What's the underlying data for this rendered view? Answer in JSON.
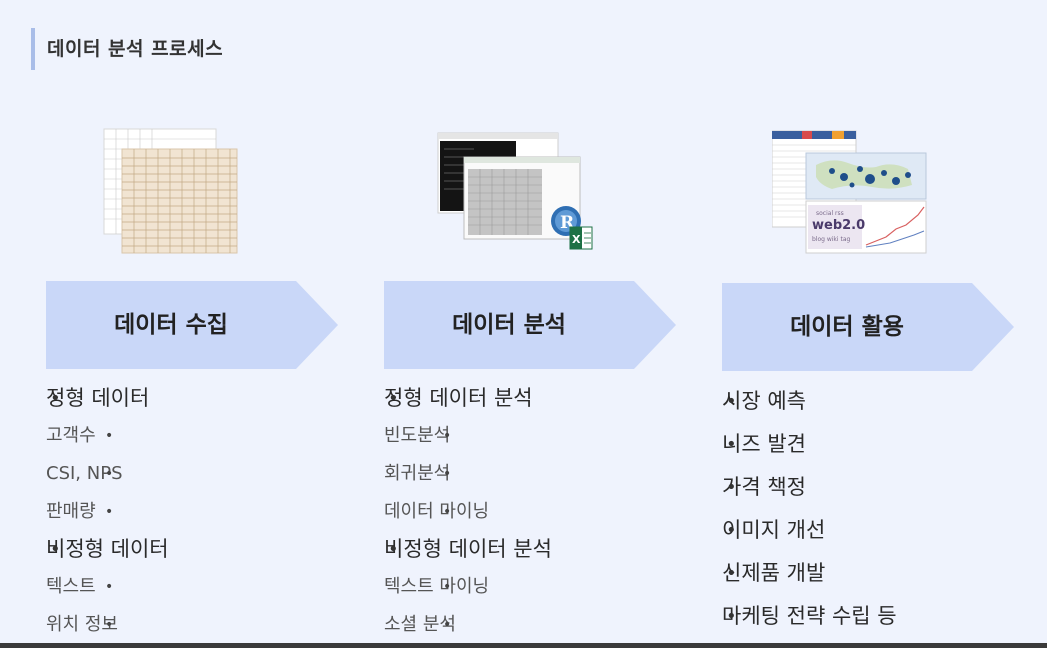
{
  "slide": {
    "title": "데이터 분석 프로세스"
  },
  "colors": {
    "background": "#eff3fd",
    "banner": "#c9d7f8",
    "title_accent": "#a9bde8"
  },
  "columns": [
    {
      "image_icon": "spreadsheet-printout-icon",
      "heading": "데이터 수집",
      "items": [
        {
          "label": "정형 데이터",
          "children": [
            "고객수",
            "CSI, NPS",
            "판매량"
          ]
        },
        {
          "label": "비정형 데이터",
          "children": [
            "텍스트",
            "위치 정보"
          ]
        }
      ]
    },
    {
      "image_icon": "analysis-software-screens-icon",
      "heading": "데이터 분석",
      "items": [
        {
          "label": "정형 데이터 분석",
          "children": [
            "빈도분석",
            "회귀분석",
            "데이터 마이닝"
          ]
        },
        {
          "label": "비정형 데이터 분석",
          "children": [
            "텍스트 마이닝",
            "소셜 분석"
          ]
        }
      ]
    },
    {
      "image_icon": "dashboard-map-wordcloud-icon",
      "heading": "데이터 활용",
      "items": [
        {
          "label": "시장 예측"
        },
        {
          "label": "니즈 발견"
        },
        {
          "label": "가격 책정"
        },
        {
          "label": "이미지 개선"
        },
        {
          "label": "신제품 개발"
        },
        {
          "label": "마케팅 전략 수립 등"
        }
      ]
    }
  ]
}
